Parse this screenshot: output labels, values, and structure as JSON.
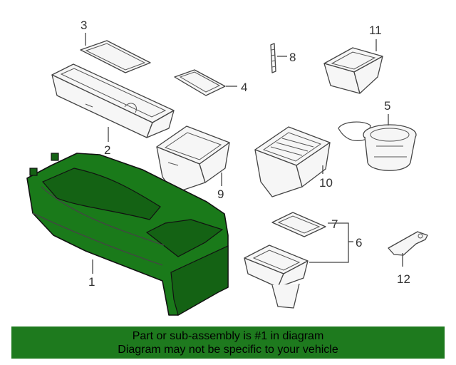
{
  "callouts": {
    "c1": "1",
    "c2": "2",
    "c3": "3",
    "c4": "4",
    "c5": "5",
    "c6": "6",
    "c7": "7",
    "c8": "8",
    "c9": "9",
    "c10": "10",
    "c11": "11",
    "c12": "12"
  },
  "highlight_color": "#1e7a1e",
  "banner": {
    "line1": "Part or sub-assembly is #1 in diagram",
    "line2": "Diagram may not be specific to your vehicle"
  }
}
